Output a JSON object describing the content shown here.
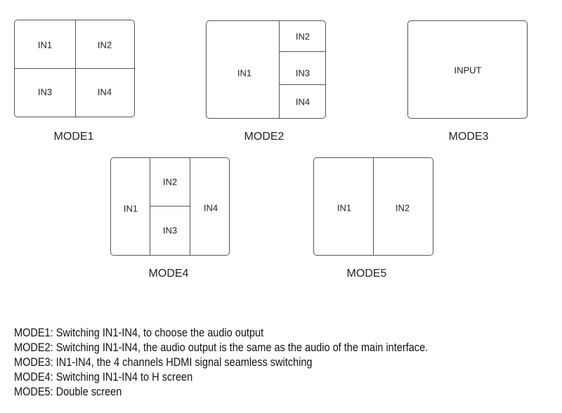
{
  "modes": [
    {
      "title": "MODE1",
      "cells": [
        "IN1",
        "IN2",
        "IN3",
        "IN4"
      ]
    },
    {
      "title": "MODE2",
      "cells": [
        "IN1",
        "IN2",
        "IN3",
        "IN4"
      ]
    },
    {
      "title": "MODE3",
      "cells": [
        "INPUT"
      ]
    },
    {
      "title": "MODE4",
      "cells": [
        "IN1",
        "IN2",
        "IN3",
        "IN4"
      ]
    },
    {
      "title": "MODE5",
      "cells": [
        "IN1",
        "IN2"
      ]
    }
  ],
  "descriptions": [
    "MODE1: Switching IN1-IN4, to choose the audio output",
    "MODE2: Switching IN1-IN4, the audio output is the same as the audio of the main interface.",
    "MODE3: IN1-IN4, the 4 channels HDMI signal seamless switching",
    "MODE4: Switching IN1-IN4 to H screen",
    "MODE5: Double screen"
  ]
}
